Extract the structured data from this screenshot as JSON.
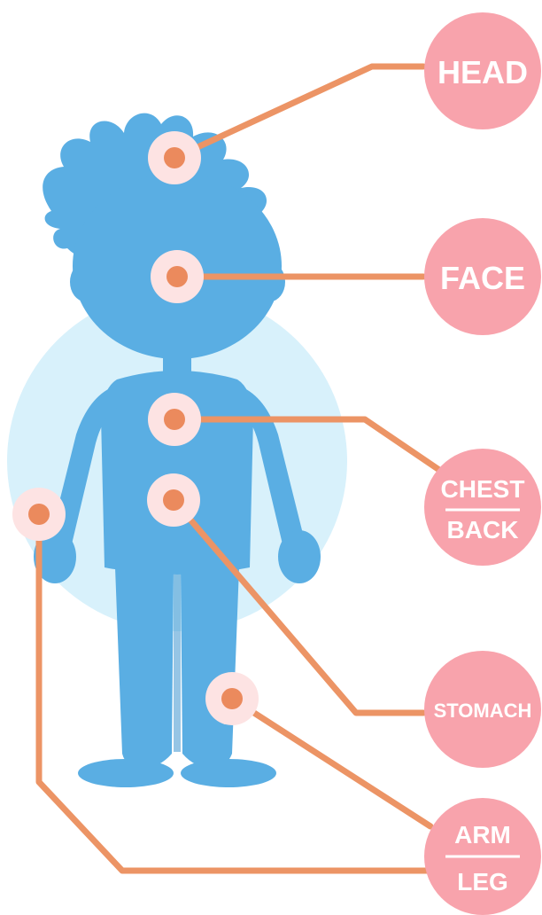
{
  "labels": {
    "head": "HEAD",
    "face": "FACE",
    "chest": "CHEST",
    "back": "BACK",
    "stomach": "STOMACH",
    "arm": "ARM",
    "leg": "LEG"
  },
  "colors": {
    "body": "#5aaee3",
    "body_shadow": "#3f95d0",
    "halo": "#d8f1fb",
    "badge": "#f8a3ac",
    "marker_ring": "#fde3e3",
    "marker_dot": "#eb8a5d",
    "connector": "#ec9465"
  }
}
